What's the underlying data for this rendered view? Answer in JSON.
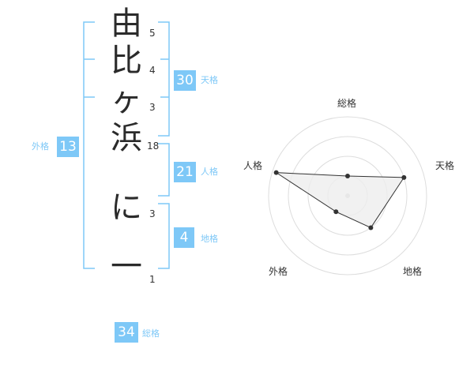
{
  "name": {
    "chars": [
      "由",
      "比",
      "ヶ",
      "浜",
      "に",
      "一"
    ],
    "strokes": [
      "5",
      "4",
      "3",
      "18",
      "3",
      "1"
    ]
  },
  "fortunes": {
    "tenkaku": {
      "value": "30",
      "label": "天格"
    },
    "jinkaku": {
      "value": "21",
      "label": "人格"
    },
    "chikaku": {
      "value": "4",
      "label": "地格"
    },
    "gaikaku": {
      "value": "13",
      "label": "外格"
    },
    "soukaku": {
      "value": "34",
      "label": "総格"
    }
  },
  "colors": {
    "accent": "#7ec8f7",
    "text": "#2b2b2b",
    "grid": "#dddddd"
  },
  "radar": {
    "labels": {
      "top": "総格",
      "right": "天格",
      "bottom_right": "地格",
      "bottom_left": "外格",
      "left": "人格"
    },
    "levels": [
      0.25,
      0.75,
      0.5,
      0.25,
      0.95
    ]
  }
}
